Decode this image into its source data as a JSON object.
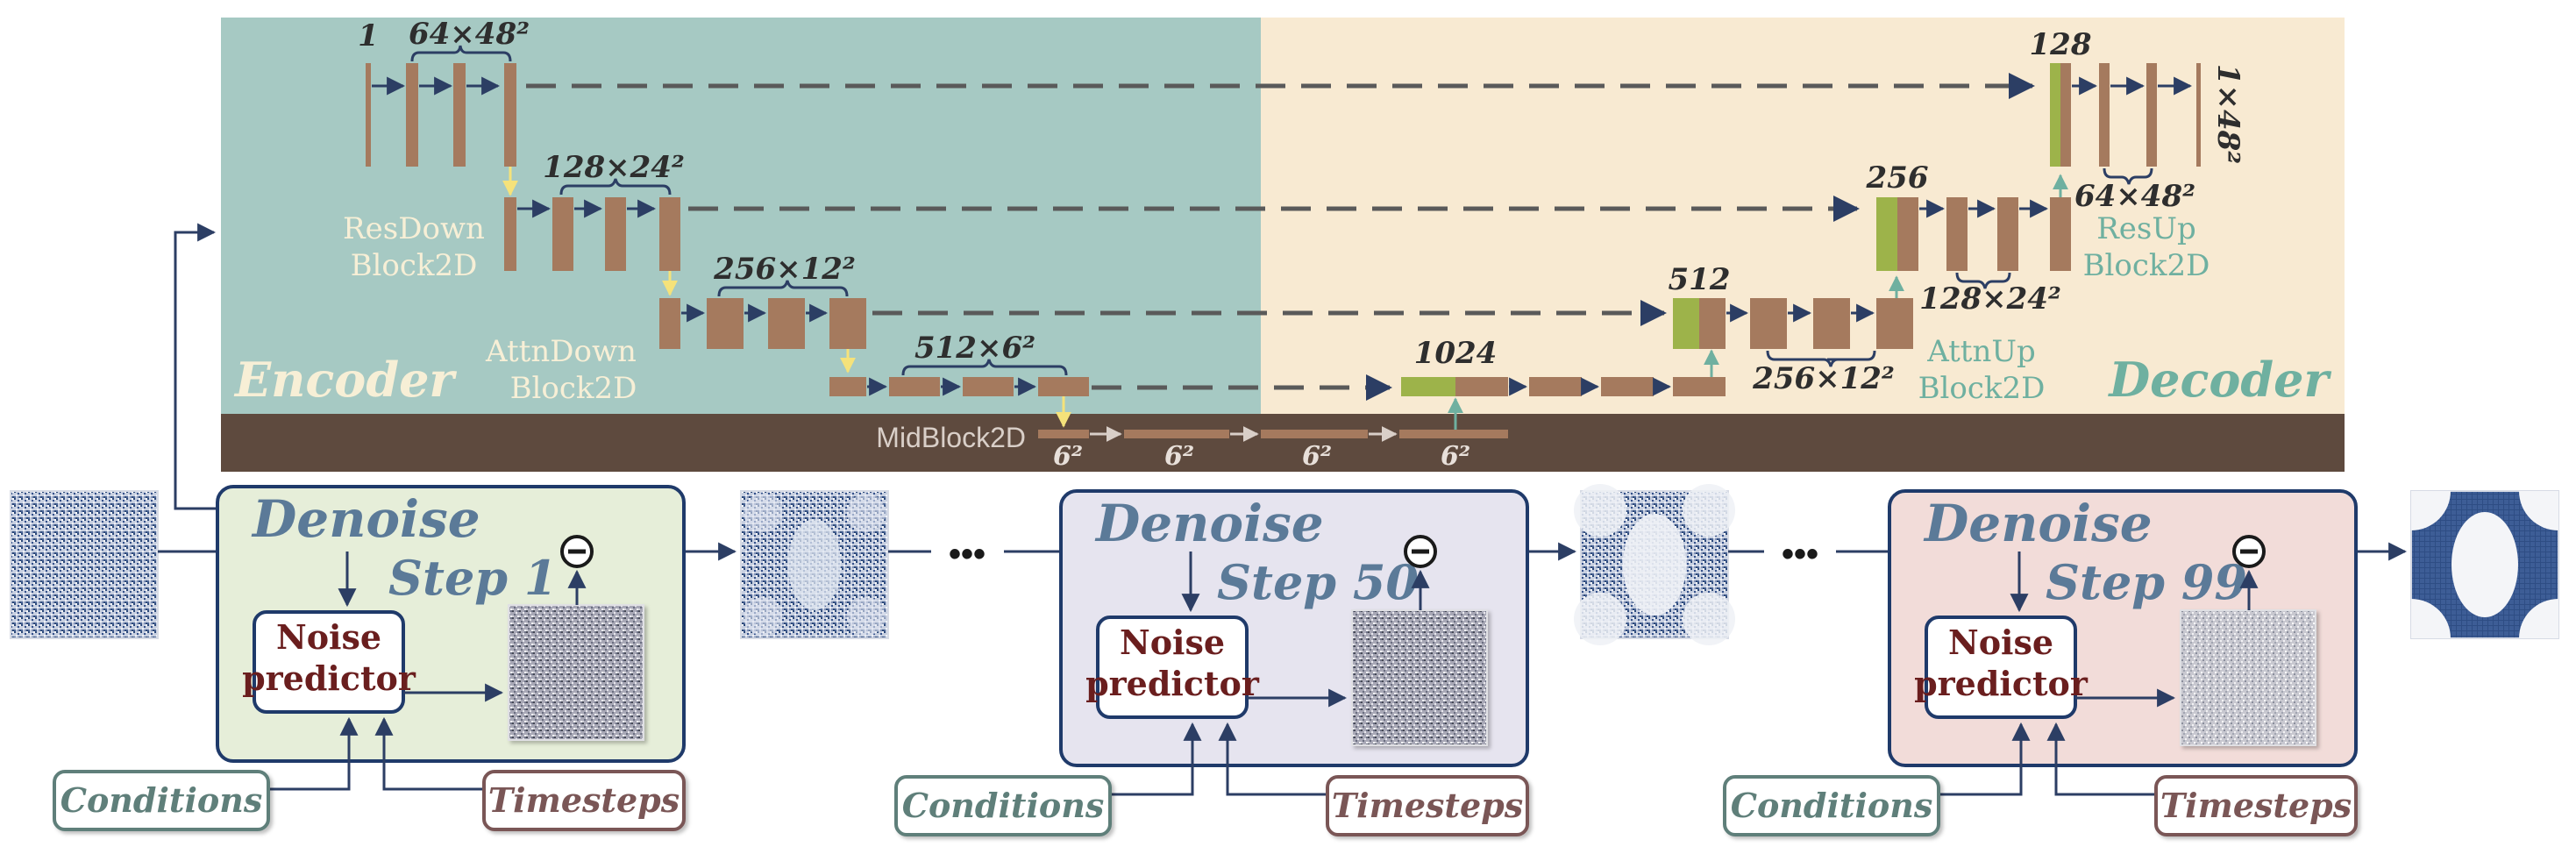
{
  "unet": {
    "encoder_label": "Encoder",
    "decoder_label": "Decoder",
    "input_channels": "1",
    "output_size": "1×48²",
    "enc_level_1": "64×48²",
    "enc_level_2": "128×24²",
    "enc_level_3": "256×12²",
    "enc_level_4": "512×6²",
    "dec_ch_1": "128",
    "dec_ch_2": "256",
    "dec_ch_3": "512",
    "dec_ch_4": "1024",
    "dec_level_1": "64×48²",
    "dec_level_2": "128×24²",
    "dec_level_3": "256×12²",
    "block_resdown": [
      "ResDown",
      "Block2D"
    ],
    "block_attndown": [
      "AttnDown",
      "Block2D"
    ],
    "block_resup": [
      "ResUp",
      "Block2D"
    ],
    "block_attnup": [
      "AttnUp",
      "Block2D"
    ],
    "mid_label": "MidBlock2D",
    "mid_sizes": [
      "6²",
      "6²",
      "6²",
      "6²"
    ]
  },
  "steps": [
    {
      "title": "Denoise",
      "step": "Step 1",
      "predictor": [
        "Noise",
        "predictor"
      ],
      "conditions": "Conditions",
      "timesteps": "Timesteps"
    },
    {
      "title": "Denoise",
      "step": "Step 50",
      "predictor": [
        "Noise",
        "predictor"
      ],
      "conditions": "Conditions",
      "timesteps": "Timesteps"
    },
    {
      "title": "Denoise",
      "step": "Step 99",
      "predictor": [
        "Noise",
        "predictor"
      ],
      "conditions": "Conditions",
      "timesteps": "Timesteps"
    }
  ],
  "ellipsis": [
    "•••",
    "•••"
  ],
  "colors": {
    "encoder_bg": "#a6c9c3",
    "decoder_bg": "#f8ead2",
    "mid_bg": "#5e4a3e",
    "block": "#a57a5e",
    "concat": "#9db34a",
    "arrow": "#2c3e64",
    "dash": "#5a5a5a",
    "step1_bg": "#e6eed9",
    "step50_bg": "#e6e4ef",
    "step99_bg": "#f2dcd9",
    "box_border": "#1f3a6a",
    "denoise_text": "#5b7a98",
    "predictor_text": "#6a1e1e",
    "label_text": "#2e2e2e",
    "cond_border": "#5f7f7a",
    "time_border": "#7a5656"
  }
}
